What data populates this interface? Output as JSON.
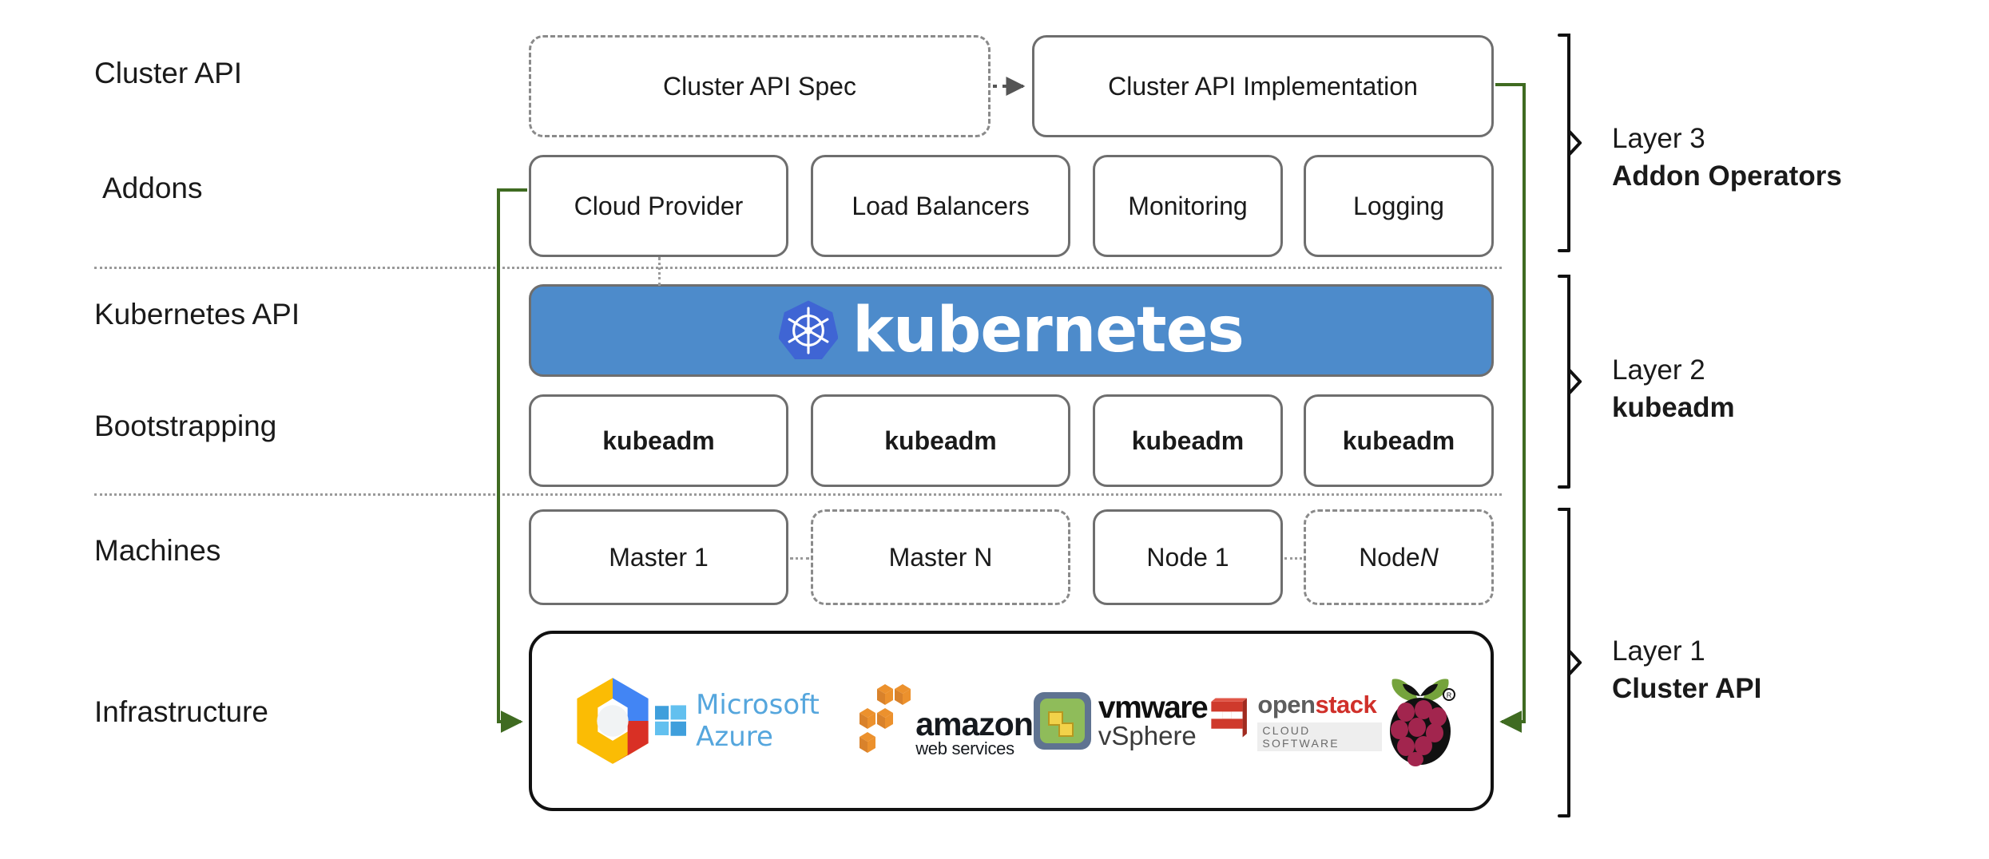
{
  "diagram": {
    "title": "Kubernetes Cluster API layered architecture",
    "accent_green": "#3f6b21",
    "kubernetes_blue": "#4d8bcb",
    "logo_blue": "#3f65d4",
    "border_gray": "#6e6e6e",
    "dash_gray": "#8a8a8a"
  },
  "row_labels": [
    {
      "id": "cluster-api",
      "text": "Cluster API"
    },
    {
      "id": "addons",
      "text": "Addons"
    },
    {
      "id": "kubernetes-api",
      "text": "Kubernetes API"
    },
    {
      "id": "bootstrapping",
      "text": "Bootstrapping"
    },
    {
      "id": "machines",
      "text": "Machines"
    },
    {
      "id": "infrastructure",
      "text": "Infrastructure"
    }
  ],
  "cluster_api_row": {
    "spec": {
      "label": "Cluster API Spec",
      "style": "dashed"
    },
    "implementation": {
      "label": "Cluster API Implementation",
      "style": "solid"
    },
    "arrow": {
      "style": "dotted",
      "direction": "spec-to-implementation"
    }
  },
  "addons_row": [
    {
      "label": "Cloud Provider"
    },
    {
      "label": "Load Balancers"
    },
    {
      "label": "Monitoring"
    },
    {
      "label": "Logging"
    }
  ],
  "kubernetes_banner": {
    "wordmark": "kubernetes",
    "logo": "kubernetes-helm-icon"
  },
  "bootstrapping_row": [
    {
      "label": "kubeadm"
    },
    {
      "label": "kubeadm"
    },
    {
      "label": "kubeadm"
    },
    {
      "label": "kubeadm"
    }
  ],
  "machines_row": [
    {
      "label": "Master 1",
      "style": "solid",
      "italic_suffix": ""
    },
    {
      "label": "Master N",
      "style": "dashed",
      "italic_suffix": ""
    },
    {
      "label": "Node 1",
      "style": "solid",
      "italic_suffix": ""
    },
    {
      "label": "Node ",
      "style": "dashed",
      "italic_suffix": "N"
    }
  ],
  "infrastructure_row": {
    "providers": [
      {
        "name": "google-cloud-platform",
        "text": ""
      },
      {
        "name": "microsoft-azure",
        "text": "Microsoft Azure"
      },
      {
        "name": "amazon-web-services",
        "text_primary": "amazon",
        "text_secondary": "web services"
      },
      {
        "name": "vmware-vsphere",
        "text_primary": "vmware",
        "text_secondary": "vSphere"
      },
      {
        "name": "openstack",
        "text_primary": "open",
        "text_accent": "stack",
        "text_secondary": "CLOUD SOFTWARE"
      },
      {
        "name": "raspberry-pi",
        "text": ""
      }
    ]
  },
  "layer_labels": [
    {
      "id": "layer-3",
      "line1": "Layer 3",
      "line2": "Addon Operators"
    },
    {
      "id": "layer-2",
      "line1": "Layer 2",
      "line2": "kubeadm"
    },
    {
      "id": "layer-1",
      "line1": "Layer 1",
      "line2": "Cluster API"
    }
  ]
}
